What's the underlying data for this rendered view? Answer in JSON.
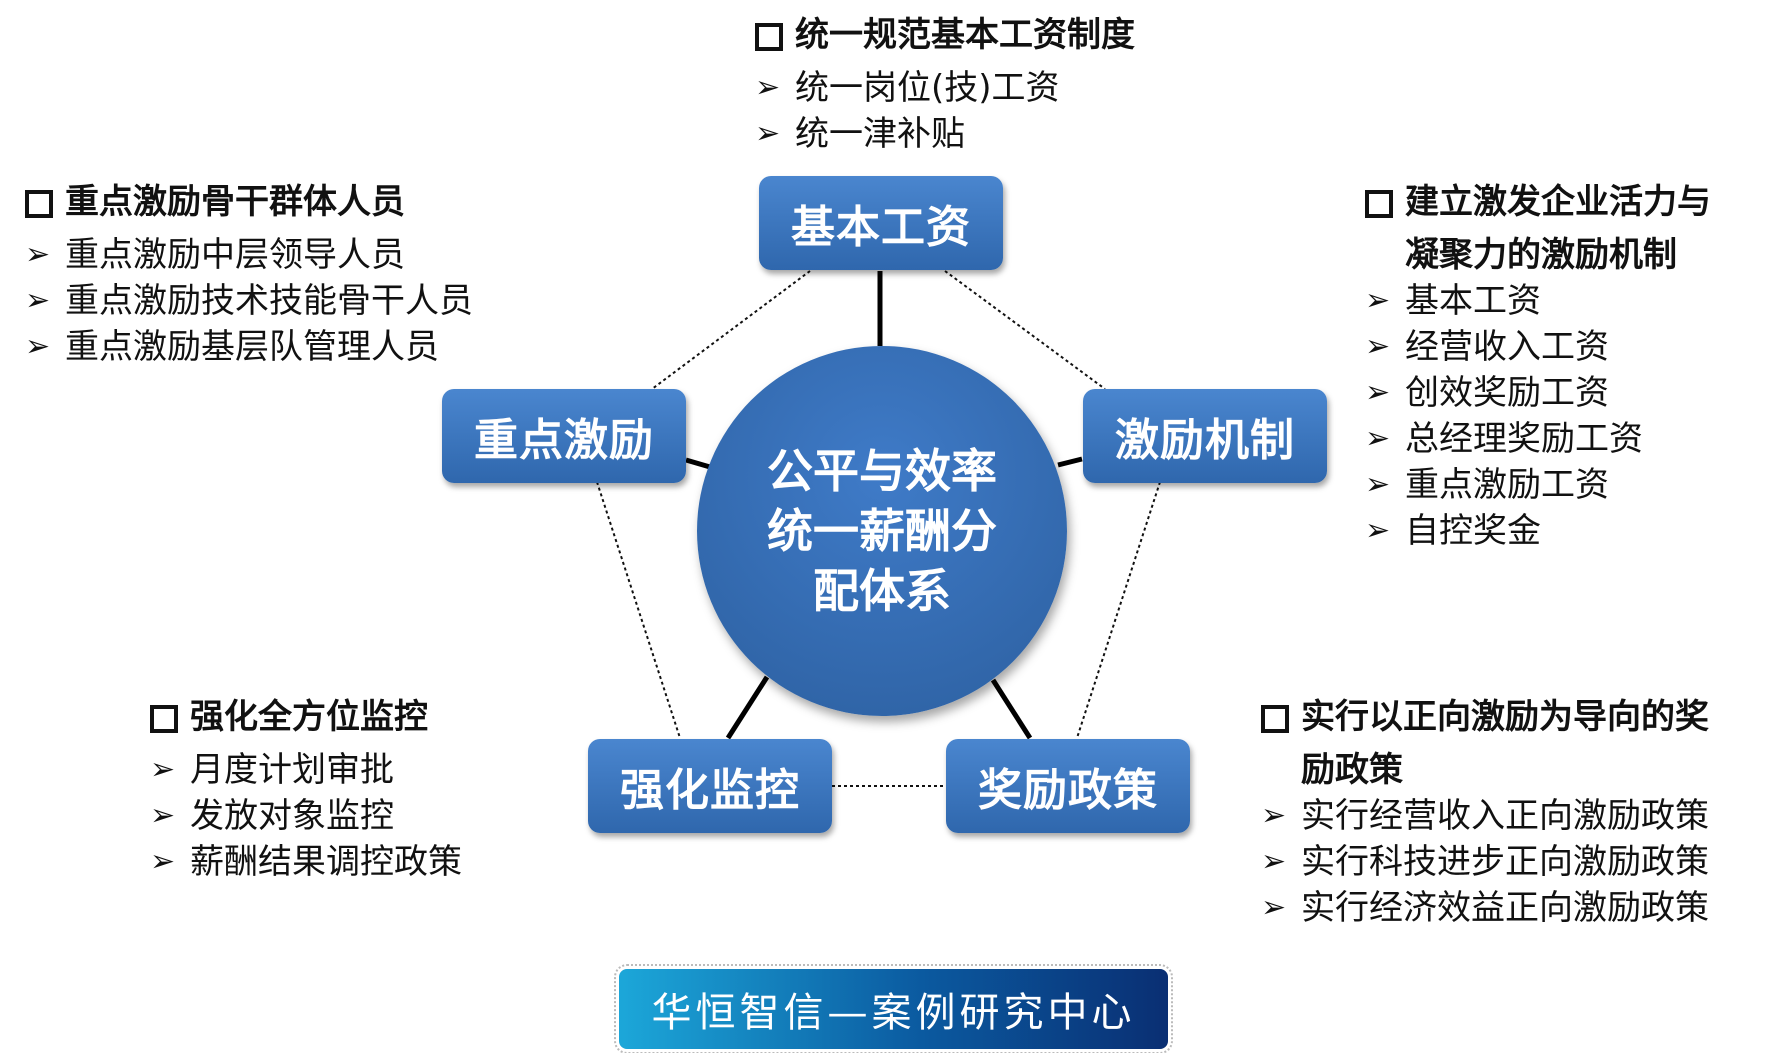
{
  "center": {
    "lines": [
      "公平与效率",
      "统一薪酬分",
      "配体系"
    ]
  },
  "nodes": {
    "basic_salary": "基本工资",
    "incentive_mechanism": "激励机制",
    "key_incentive": "重点激励",
    "strengthen_monitoring": "强化监控",
    "reward_policy": "奖励政策"
  },
  "blocks": {
    "top": {
      "heading": "统一规范基本工资制度",
      "items": [
        "统一岗位(技)工资",
        "统一津补贴"
      ]
    },
    "left": {
      "heading": "重点激励骨干群体人员",
      "items": [
        "重点激励中层领导人员",
        "重点激励技术技能骨干人员",
        "重点激励基层队管理人员"
      ]
    },
    "right": {
      "heading": [
        "建立激发企业活力与",
        "凝聚力的激励机制"
      ],
      "items": [
        "基本工资",
        "经营收入工资",
        "创效奖励工资",
        "总经理奖励工资",
        "重点激励工资",
        "自控奖金"
      ]
    },
    "bottom_left": {
      "heading": "强化全方位监控",
      "items": [
        "月度计划审批",
        "发放对象监控",
        "薪酬结果调控政策"
      ]
    },
    "bottom_right": {
      "heading": [
        "实行以正向激励为导向的奖",
        "励政策"
      ],
      "items": [
        "实行经营收入正向激励政策",
        "实行科技进步正向激励政策",
        "实行经济效益正向激励政策"
      ]
    }
  },
  "marker": "➢",
  "banner": "华恒智信—案例研究中心"
}
